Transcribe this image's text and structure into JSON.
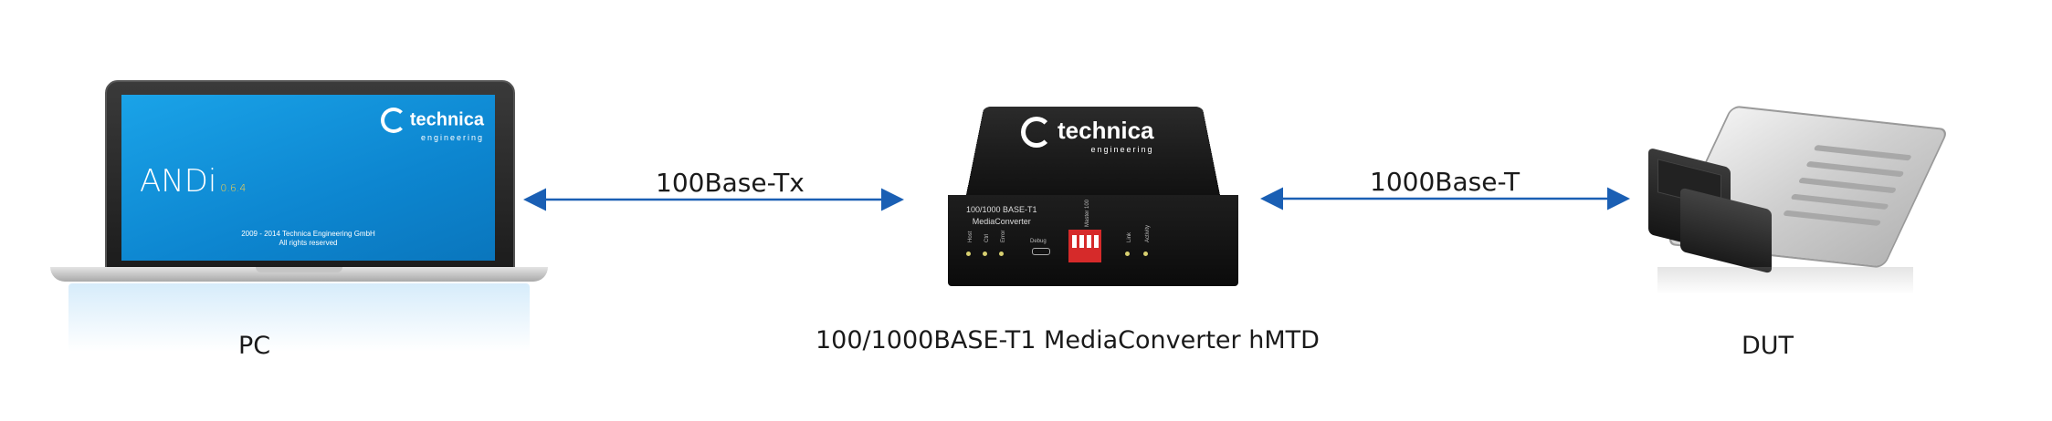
{
  "links": {
    "left": "100Base-Tx",
    "right": "1000Base-T"
  },
  "devices": {
    "pc": {
      "caption": "PC",
      "screen": {
        "brand": "technica",
        "brand_sub": "engineering",
        "app_name": "ANDi",
        "app_version": "0.6.4",
        "copyright_line1": "2009 - 2014 Technica Engineering GmbH",
        "copyright_line2": "All rights reserved"
      }
    },
    "converter": {
      "caption": "100/1000BASE-T1 MediaConverter hMTD",
      "brand": "technica",
      "brand_sub": "engineering",
      "front_title_line1": "100/1000 BASE-T1",
      "front_title_line2": "MediaConverter",
      "led_labels": [
        "Host",
        "Ctrl",
        "Error"
      ],
      "debug_label": "Debug",
      "dip_label": "Master 100",
      "right_led_labels": [
        "Link",
        "Activity"
      ]
    },
    "dut": {
      "caption": "DUT"
    }
  },
  "colors": {
    "arrow": "#1a5fb4",
    "screen_blue": "#0d86d0"
  }
}
